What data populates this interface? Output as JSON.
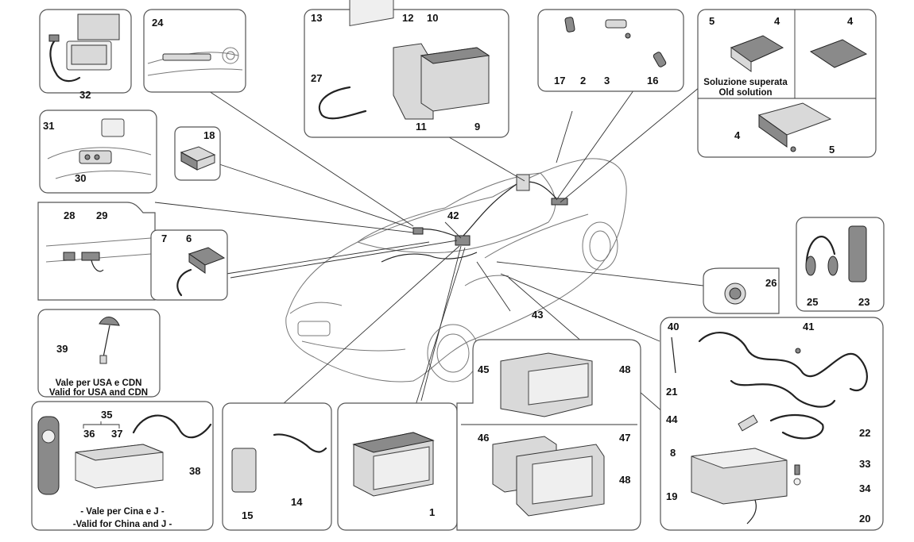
{
  "callouts": {
    "n1": "1",
    "n2": "2",
    "n3": "3",
    "n4a": "4",
    "n4b": "4",
    "n4c": "4",
    "n5a": "5",
    "n5b": "5",
    "n6": "6",
    "n7": "7",
    "n8": "8",
    "n9": "9",
    "n10": "10",
    "n11": "11",
    "n12": "12",
    "n13": "13",
    "n14": "14",
    "n15": "15",
    "n16": "16",
    "n17": "17",
    "n18": "18",
    "n19": "19",
    "n20": "20",
    "n21": "21",
    "n22": "22",
    "n23": "23",
    "n24": "24",
    "n25": "25",
    "n26": "26",
    "n27": "27",
    "n28": "28",
    "n29": "29",
    "n30": "30",
    "n31": "31",
    "n32": "32",
    "n33": "33",
    "n34": "34",
    "n35": "35",
    "n36": "36",
    "n37": "37",
    "n38": "38",
    "n39": "39",
    "n40": "40",
    "n41": "41",
    "n42": "42",
    "n43": "43",
    "n44": "44",
    "n45": "45",
    "n46": "46",
    "n47": "47",
    "n48a": "48",
    "n48b": "48"
  },
  "notes": {
    "old_solution_it": "Soluzione superata",
    "old_solution_en": "Old solution",
    "usa_it": "Vale per USA e CDN",
    "usa_en": "Valid for USA and CDN",
    "china_it": "- Vale per Cina e J -",
    "china_en": "-Valid for China and J -"
  }
}
